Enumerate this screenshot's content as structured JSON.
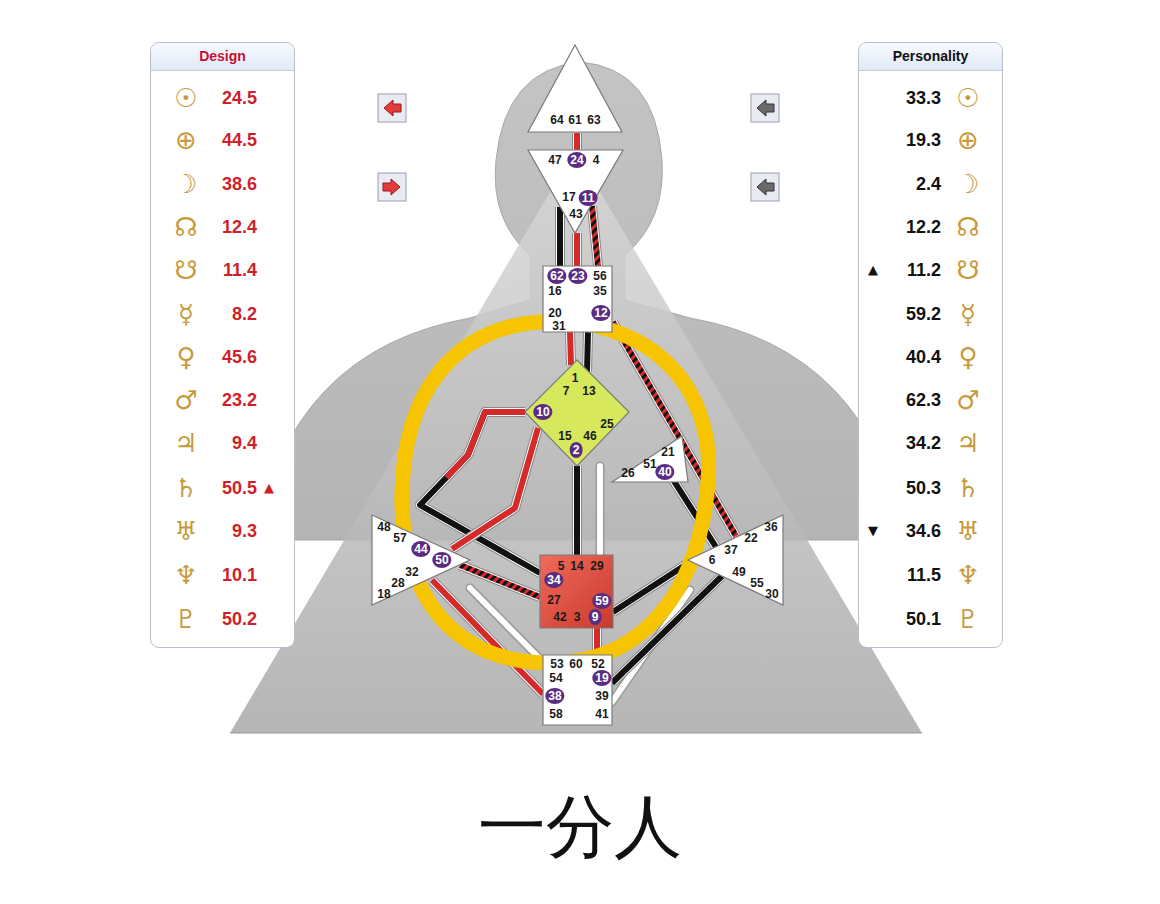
{
  "diagram": {
    "caption": "一分人",
    "nodes": [
      {
        "text": [
          "Design"
        ]
      },
      {
        "text": [
          "Personality"
        ]
      },
      {
        "text": [
          "64",
          "61",
          "63"
        ]
      },
      {
        "text": [
          "47",
          "24",
          "4",
          "17",
          "11",
          "43"
        ]
      },
      {
        "text": [
          "62",
          "23",
          "56",
          "16",
          "35",
          "20",
          "12",
          "31"
        ]
      },
      {
        "text": [
          "1",
          "7",
          "13",
          "10",
          "25",
          "15",
          "46",
          "2"
        ]
      },
      {
        "text": [
          "21",
          "51",
          "26",
          "40"
        ]
      },
      {
        "text": [
          "48",
          "57",
          "44",
          "50",
          "32",
          "28",
          "18"
        ]
      },
      {
        "text": [
          "36",
          "22",
          "37",
          "6",
          "49",
          "55",
          "30"
        ]
      },
      {
        "text": [
          "5",
          "14",
          "29",
          "34",
          "27",
          "59",
          "42",
          "3",
          "9"
        ]
      },
      {
        "text": [
          "53",
          "60",
          "52",
          "54",
          "19",
          "38",
          "39",
          "58",
          "41"
        ]
      }
    ],
    "edges": [
      {
        "from": 2,
        "to": 3,
        "arrow": "none"
      },
      {
        "from": 3,
        "to": 4,
        "arrow": "none"
      },
      {
        "from": 3,
        "to": 4,
        "arrow": "none"
      },
      {
        "from": 3,
        "to": 4,
        "arrow": "none"
      },
      {
        "from": 4,
        "to": 8,
        "arrow": "none"
      },
      {
        "from": 4,
        "to": 5,
        "arrow": "none"
      },
      {
        "from": 4,
        "to": 5,
        "arrow": "none"
      },
      {
        "from": 5,
        "to": 9,
        "arrow": "none"
      },
      {
        "from": 5,
        "to": 9,
        "arrow": "none"
      },
      {
        "from": 7,
        "to": 5,
        "arrow": "none"
      },
      {
        "from": 7,
        "to": 9,
        "arrow": "none"
      },
      {
        "from": 6,
        "to": 8,
        "arrow": "none"
      },
      {
        "from": 9,
        "to": 8,
        "arrow": "none"
      },
      {
        "from": 9,
        "to": 10,
        "arrow": "none"
      },
      {
        "from": 10,
        "to": 8,
        "arrow": "none"
      },
      {
        "from": 10,
        "to": 7,
        "arrow": "none"
      }
    ],
    "labels": [
      "☉",
      "⊕",
      "☽",
      "☊",
      "☋",
      "☿",
      "♀",
      "♂",
      "♃",
      "♄",
      "♅",
      "♆",
      "♇",
      "24.5",
      "44.5",
      "38.6",
      "12.4",
      "11.4",
      "8.2",
      "45.6",
      "23.2",
      "9.4",
      "50.5",
      "9.3",
      "10.1",
      "50.2",
      "▲",
      "33.3",
      "19.3",
      "2.4",
      "12.2",
      "11.2",
      "59.2",
      "40.4",
      "62.3",
      "34.2",
      "50.3",
      "34.6",
      "11.5",
      "50.1",
      "☉",
      "⊕",
      "☽",
      "☊",
      "☋",
      "☿",
      "♀",
      "♂",
      "♃",
      "♄",
      "♅",
      "♆",
      "♇",
      "▲",
      "▼"
    ]
  }
}
